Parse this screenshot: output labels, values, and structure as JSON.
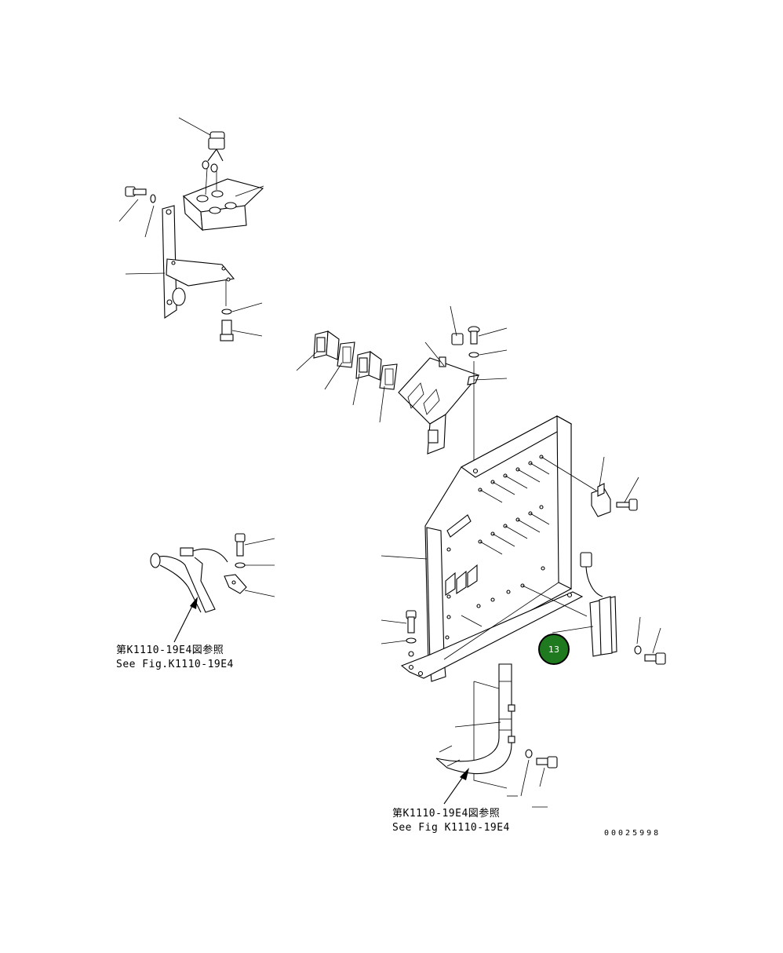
{
  "references": [
    {
      "line1": "第K1110-19E4図参照",
      "line2": "See Fig.K1110-19E4"
    },
    {
      "line1": "第K1110-19E4図参照",
      "line2": "See Fig K1110-19E4"
    }
  ],
  "drawing_code": "00025998",
  "callout": {
    "label": "13",
    "color": "#1f7a1f",
    "ring": "#000000"
  }
}
